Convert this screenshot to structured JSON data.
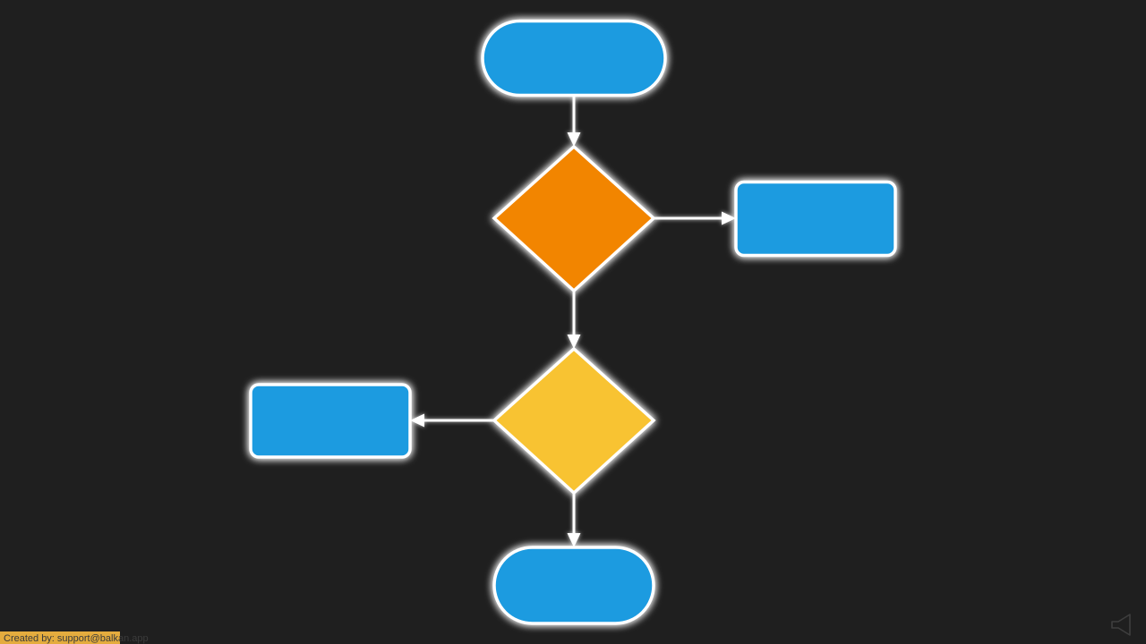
{
  "colors": {
    "background": "#1f1f1f",
    "node_border": "#ffffff",
    "connector": "#ffffff",
    "blue": "#1e9be0",
    "orange": "#f28500",
    "yellow": "#f8c333",
    "footer_background": "#e4ac3e",
    "footer_text": "#3b3b3b",
    "speaker_icon": "#3e3e3e"
  },
  "diagram": {
    "type": "flowchart",
    "nodes": [
      {
        "id": "start",
        "shape": "terminator",
        "color": "#1e9be0",
        "label": ""
      },
      {
        "id": "decision-1",
        "shape": "decision",
        "color": "#f28500",
        "label": ""
      },
      {
        "id": "process-right",
        "shape": "process",
        "color": "#1e9be0",
        "label": ""
      },
      {
        "id": "decision-2",
        "shape": "decision",
        "color": "#f8c333",
        "label": ""
      },
      {
        "id": "process-left",
        "shape": "process",
        "color": "#1e9be0",
        "label": ""
      },
      {
        "id": "end",
        "shape": "terminator",
        "color": "#1e9be0",
        "label": ""
      }
    ],
    "edges": [
      {
        "from": "start",
        "to": "decision-1",
        "direction": "down"
      },
      {
        "from": "decision-1",
        "to": "process-right",
        "direction": "right"
      },
      {
        "from": "decision-1",
        "to": "decision-2",
        "direction": "down"
      },
      {
        "from": "decision-2",
        "to": "process-left",
        "direction": "left"
      },
      {
        "from": "decision-2",
        "to": "end",
        "direction": "down"
      }
    ]
  },
  "footer": {
    "text": "Created by: support@balkan.app"
  },
  "player": {
    "speaker_icon": "speaker-muted-icon"
  }
}
